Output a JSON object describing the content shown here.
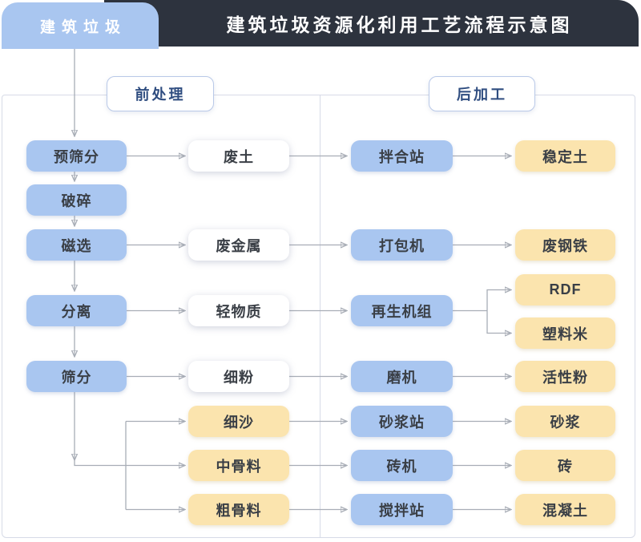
{
  "header": {
    "tab_label": "建筑垃圾",
    "title": "建筑垃圾资源化利用工艺流程示意图"
  },
  "sections": {
    "pre": "前处理",
    "post": "后加工"
  },
  "colors": {
    "header_dark": "#2d333e",
    "process_blue": "#a9c6f0",
    "product_yellow": "#fbe4ae",
    "intermediate_white": "#ffffff",
    "connector_gray": "#a8adb6",
    "section_label_blue": "#2f4d80",
    "panel_border": "#d7dbe7"
  },
  "nodes": {
    "yushaifen": "预筛分",
    "posui": "破碎",
    "cixuan": "磁选",
    "fenli": "分离",
    "shaifen": "筛分",
    "feitu": "废土",
    "feijinshu": "废金属",
    "qingwuzhi": "轻物质",
    "xifen": "细粉",
    "xisha": "细沙",
    "zhongguliao": "中骨料",
    "cuguliao": "粗骨料",
    "banhezhan": "拌合站",
    "dabaoji": "打包机",
    "zaishengjizu": "再生机组",
    "moji": "磨机",
    "shajiangzhan": "砂浆站",
    "zhuanji": "砖机",
    "jiaobanzhan": "搅拌站",
    "wendingtu": "稳定土",
    "feigangtie": "废钢铁",
    "rdf": "RDF",
    "suliaomi": "塑料米",
    "huoxingfen": "活性粉",
    "shajiang": "砂浆",
    "zhuan": "砖",
    "hunningtu": "混凝土"
  }
}
